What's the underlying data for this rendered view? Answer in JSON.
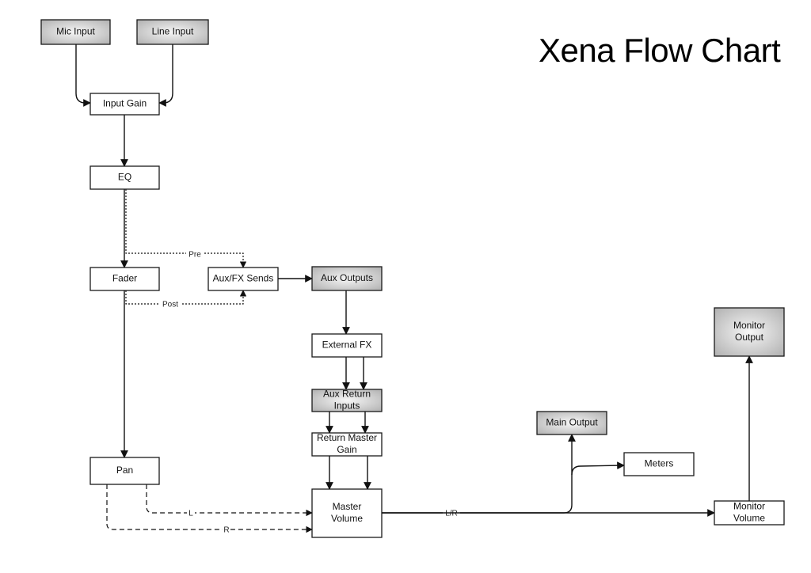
{
  "title": "Xena Flow Chart",
  "colors": {
    "io_fill_light": "#f2f2f2",
    "io_fill_dark": "#b0b0b0",
    "process_fill": "#ffffff",
    "stroke": "#111111"
  },
  "nodes": [
    {
      "id": "mic-input",
      "label": "Mic Input",
      "kind": "io"
    },
    {
      "id": "line-input",
      "label": "Line Input",
      "kind": "io"
    },
    {
      "id": "input-gain",
      "label": "Input Gain",
      "kind": "process"
    },
    {
      "id": "eq",
      "label": "EQ",
      "kind": "process"
    },
    {
      "id": "fader",
      "label": "Fader",
      "kind": "process"
    },
    {
      "id": "aux-fx-sends",
      "label": "Aux/FX Sends",
      "kind": "process"
    },
    {
      "id": "aux-outputs",
      "label": "Aux Outputs",
      "kind": "io"
    },
    {
      "id": "external-fx",
      "label": "External FX",
      "kind": "process"
    },
    {
      "id": "aux-return-inputs",
      "label": [
        "Aux Return",
        "Inputs"
      ],
      "kind": "io"
    },
    {
      "id": "return-master-gain",
      "label": [
        "Return Master",
        "Gain"
      ],
      "kind": "process"
    },
    {
      "id": "pan",
      "label": "Pan",
      "kind": "process"
    },
    {
      "id": "master-volume",
      "label": [
        "Master",
        "Volume"
      ],
      "kind": "process"
    },
    {
      "id": "main-output",
      "label": "Main Output",
      "kind": "io"
    },
    {
      "id": "meters",
      "label": "Meters",
      "kind": "process"
    },
    {
      "id": "monitor-volume",
      "label": [
        "Monitor",
        "Volume"
      ],
      "kind": "process"
    },
    {
      "id": "monitor-output",
      "label": [
        "Monitor",
        "Output"
      ],
      "kind": "io"
    }
  ],
  "edges": [
    {
      "from": "mic-input",
      "to": "input-gain",
      "style": "solid",
      "label": ""
    },
    {
      "from": "line-input",
      "to": "input-gain",
      "style": "solid",
      "label": ""
    },
    {
      "from": "input-gain",
      "to": "eq",
      "style": "solid",
      "label": ""
    },
    {
      "from": "eq",
      "to": "fader",
      "style": "solid",
      "label": ""
    },
    {
      "from": "eq",
      "to": "aux-fx-sends",
      "style": "dotted",
      "label": "Pre"
    },
    {
      "from": "fader",
      "to": "aux-fx-sends",
      "style": "dotted",
      "label": "Post"
    },
    {
      "from": "aux-fx-sends",
      "to": "aux-outputs",
      "style": "solid",
      "label": ""
    },
    {
      "from": "aux-outputs",
      "to": "external-fx",
      "style": "solid",
      "label": ""
    },
    {
      "from": "external-fx",
      "to": "aux-return-inputs",
      "style": "solid",
      "label": "",
      "count": 2
    },
    {
      "from": "aux-return-inputs",
      "to": "return-master-gain",
      "style": "solid",
      "label": "",
      "count": 2
    },
    {
      "from": "return-master-gain",
      "to": "master-volume",
      "style": "solid",
      "label": "",
      "count": 2
    },
    {
      "from": "fader",
      "to": "pan",
      "style": "solid",
      "label": ""
    },
    {
      "from": "pan",
      "to": "master-volume",
      "style": "dashed",
      "label": "L"
    },
    {
      "from": "pan",
      "to": "master-volume",
      "style": "dashed",
      "label": "R"
    },
    {
      "from": "master-volume",
      "to": "main-output",
      "style": "solid",
      "label": "L/R"
    },
    {
      "from": "master-volume",
      "to": "meters",
      "style": "solid",
      "label": ""
    },
    {
      "from": "master-volume",
      "to": "monitor-volume",
      "style": "solid",
      "label": ""
    },
    {
      "from": "monitor-volume",
      "to": "monitor-output",
      "style": "solid",
      "label": ""
    }
  ]
}
